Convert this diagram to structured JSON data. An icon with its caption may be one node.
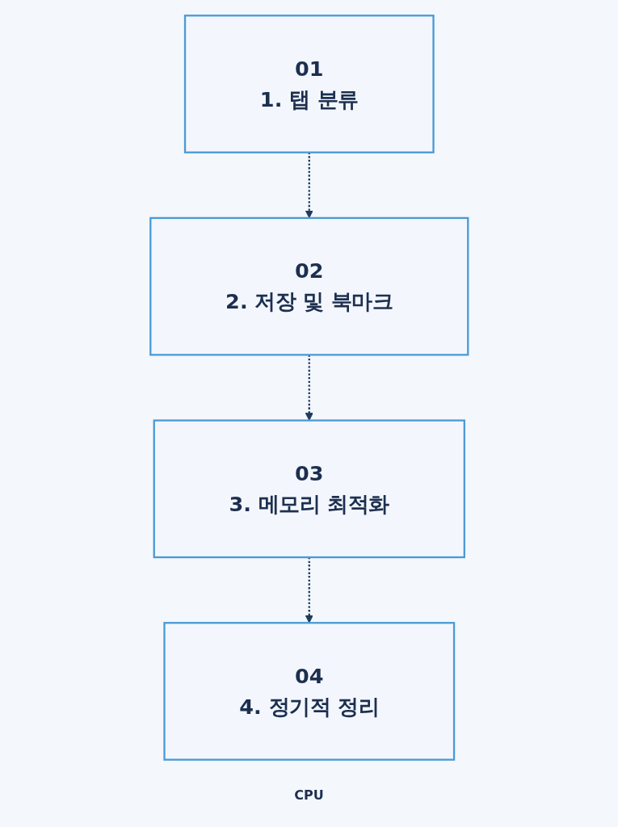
{
  "diagram": {
    "nodes": [
      {
        "text": [
          "01",
          "1. 탭 분류"
        ]
      },
      {
        "text": [
          "02",
          "2. 저장 및 북마크"
        ]
      },
      {
        "text": [
          "03",
          "3. 메모리 최적화"
        ]
      },
      {
        "text": [
          "04",
          "4. 정기적 정리"
        ]
      }
    ],
    "edges": [
      {
        "from": 0,
        "to": 1,
        "arrow": "to",
        "style": "dashed"
      },
      {
        "from": 1,
        "to": 2,
        "arrow": "to",
        "style": "dashed"
      },
      {
        "from": 2,
        "to": 3,
        "arrow": "to",
        "style": "dashed"
      }
    ],
    "labels": [
      "CPU"
    ]
  }
}
